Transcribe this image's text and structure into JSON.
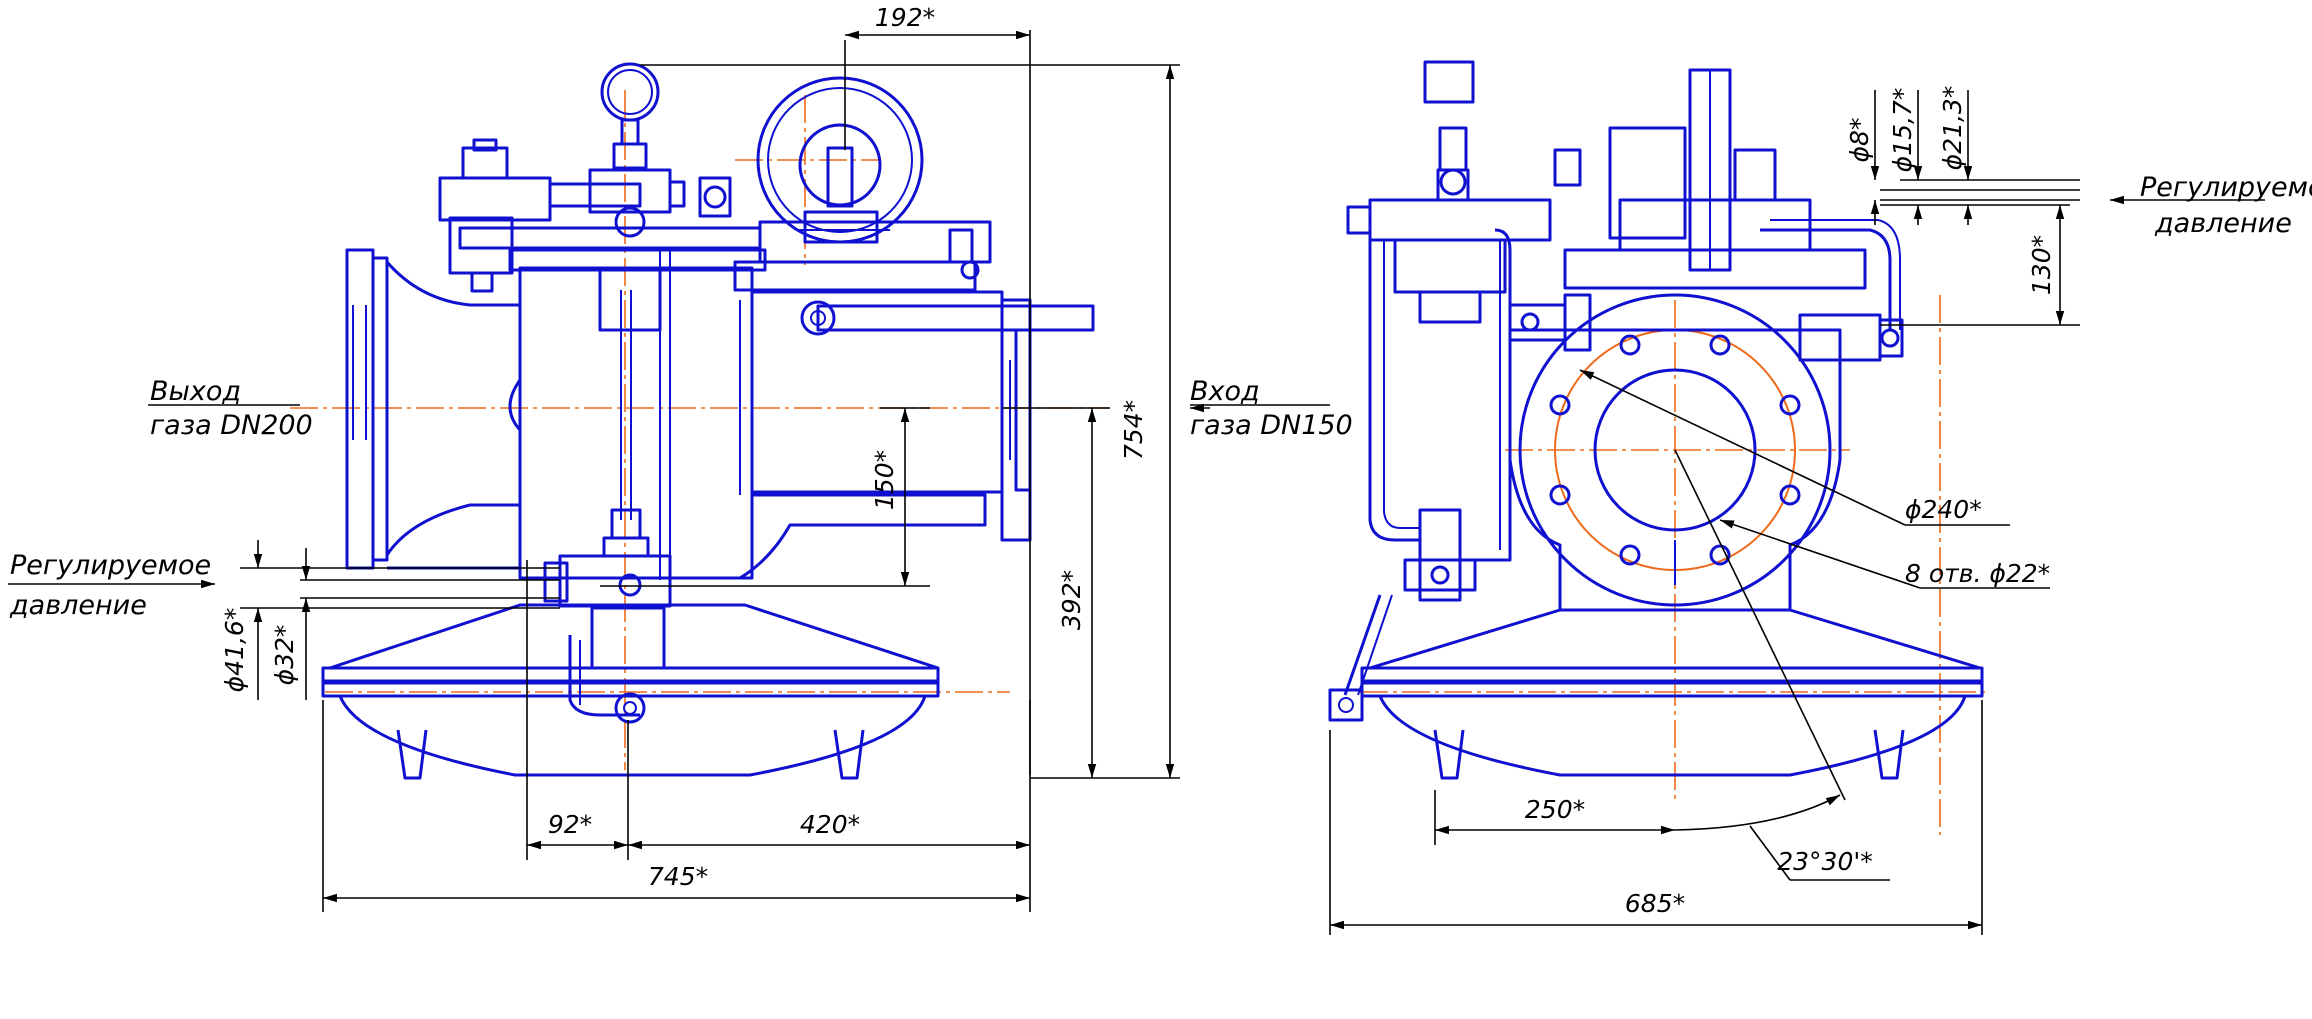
{
  "view_front": {
    "dims": {
      "top_width": "192*",
      "overall_height": "754*",
      "inlet_to_outlet_height": "150*",
      "axis_height": "392*",
      "dia_small": "ϕ41,6*",
      "dia_small2": "ϕ32*",
      "offset": "92*",
      "to_axis": "420*",
      "overall_length": "745*"
    },
    "notes": {
      "outlet_line1": "Выход",
      "outlet_line2": "газа DN200",
      "inlet_line1": "Вход",
      "inlet_line2": "газа DN150",
      "regulated_line1": "Регулируемое",
      "regulated_line2": "давление"
    }
  },
  "view_side": {
    "dims": {
      "d8": "ϕ8*",
      "d15": "ϕ15,7*",
      "d21": "ϕ21,3*",
      "h130": "130*",
      "bolt_circle": "ϕ240*",
      "holes": "8 отв. ϕ22*",
      "base_half": "250*",
      "angle": "23°30'*",
      "overall_width": "685*"
    },
    "notes": {
      "regulated_line1": "Регулируемое",
      "regulated_line2": "давление"
    }
  },
  "colors": {
    "outline": "#1010d0",
    "centerline": "#ee6a1a",
    "dimension": "#000000"
  }
}
